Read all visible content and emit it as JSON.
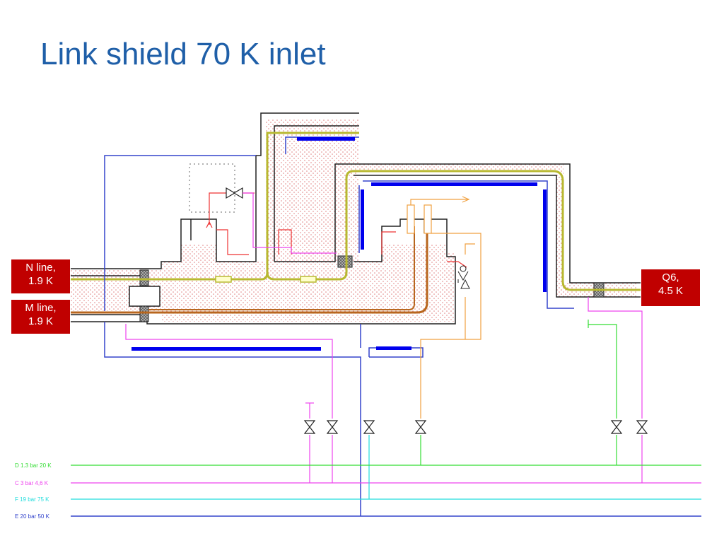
{
  "title": "Link shield 70 K inlet",
  "labels": {
    "n_line": [
      "N line,",
      "1.9 K"
    ],
    "m_line": [
      "M line,",
      "1.9 K"
    ],
    "q6": [
      "Q6,",
      "4.5 K"
    ]
  },
  "headers": [
    {
      "text": "D 1.3 bar 20 K",
      "color": "#33dd33"
    },
    {
      "text": "C 3 bar 4,6 K",
      "color": "#ee44ee"
    },
    {
      "text": "F 19 bar 75 K",
      "color": "#22dddd"
    },
    {
      "text": "E 20 bar 50 K",
      "color": "#3344cc"
    }
  ],
  "colors": {
    "title": "#1f5fa8",
    "label_bg": "#c00000",
    "vacuum_dots": "#e08080",
    "yellow_line": "#b8b830",
    "brown_line": "#b8661e",
    "orange_line": "#f0a040",
    "blue_line": "#3344cc",
    "blue_bar": "#0000ee"
  }
}
